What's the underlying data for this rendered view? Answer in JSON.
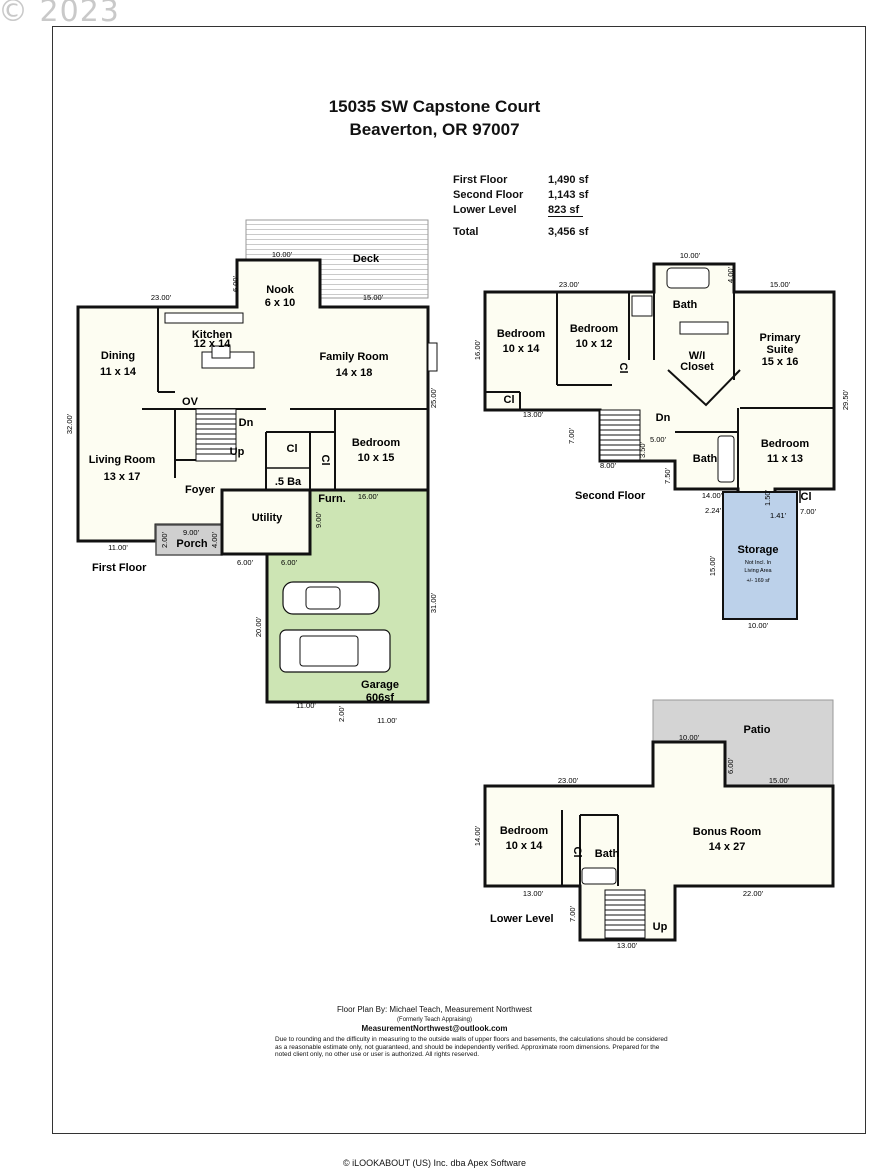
{
  "watermark": "© 2023",
  "header": {
    "address_line1": "15035 SW Capstone Court",
    "address_line2": "Beaverton, OR 97007"
  },
  "area_summary": {
    "rows": [
      {
        "label": "First Floor",
        "value": "1,490 sf"
      },
      {
        "label": "Second Floor",
        "value": "1,143 sf"
      },
      {
        "label": "Lower Level",
        "value": "823 sf"
      }
    ],
    "total_label": "Total",
    "total_value": "3,456 sf"
  },
  "first_floor": {
    "label": "First Floor",
    "rooms": {
      "nook": "Nook",
      "nook_size": "6 x 10",
      "deck": "Deck",
      "kitchen": "Kitchen",
      "kitchen_size": "12 x 14",
      "dining": "Dining",
      "dining_size": "11 x 14",
      "family": "Family Room",
      "family_size": "14 x 18",
      "ov": "OV",
      "dn": "Dn",
      "up": "Up",
      "living": "Living Room",
      "living_size": "13 x 17",
      "cl1": "Cl",
      "cl2": "Cl",
      "bedroom": "Bedroom",
      "bedroom_size": "10 x 15",
      "half_bath": ".5 Ba",
      "foyer": "Foyer",
      "furn": "Furn.",
      "utility": "Utility",
      "porch": "Porch",
      "garage": "Garage",
      "garage_size": "606sf"
    },
    "dims": {
      "d1": "10.00'",
      "d2": "6.00'",
      "d3": "23.00'",
      "d4": "15.00'",
      "d5": "32.00'",
      "d6": "25.00'",
      "d7": "16.00'",
      "d8": "9.00'",
      "d9": "9.00'",
      "d10": "2.00'",
      "d11": "4.00'",
      "d12": "11.00'",
      "d13": "6.00'",
      "d14": "6.00'",
      "d15": "20.00'",
      "d16": "31.00'",
      "d17": "11.00'",
      "d18": "2.00'",
      "d19": "11.00'"
    }
  },
  "second_floor": {
    "label": "Second Floor",
    "rooms": {
      "bed1": "Bedroom",
      "bed1_size": "10 x 14",
      "bed2": "Bedroom",
      "bed2_size": "10 x 12",
      "bath1": "Bath",
      "primary": "Primary",
      "primary2": "Suite",
      "primary_size": "15 x 16",
      "wi": "W/I",
      "closet": "Closet",
      "cl1": "Cl",
      "cl2": "Cl",
      "cl3": "Cl",
      "dn": "Dn",
      "bath2": "Bath",
      "bed3": "Bedroom",
      "bed3_size": "11 x 13",
      "storage": "Storage",
      "storage_note1": "Not Incl. In",
      "storage_note2": "Living Area",
      "storage_note3": "+/- 169 sf"
    },
    "dims": {
      "d1": "10.00'",
      "d2": "4.00'",
      "d3": "23.00'",
      "d4": "15.00'",
      "d5": "16.00'",
      "d6": "29.50'",
      "d7": "13.00'",
      "d8": "7.00'",
      "d9": "8.00'",
      "d10": "3.50'",
      "d11": "5.00'",
      "d12": "7.50'",
      "d13": "14.00'",
      "d14": "1.50'",
      "d15": "7.00'",
      "d16": "2.24'",
      "d17": "1.41'",
      "d18": "15.00'",
      "d19": "10.00'"
    }
  },
  "lower_level": {
    "label": "Lower Level",
    "rooms": {
      "patio": "Patio",
      "bedroom": "Bedroom",
      "bedroom_size": "10 x 14",
      "cl": "Cl",
      "bath": "Bath",
      "bonus": "Bonus Room",
      "bonus_size": "14 x 27",
      "up": "Up"
    },
    "dims": {
      "d1": "10.00'",
      "d2": "6.00'",
      "d3": "23.00'",
      "d4": "15.00'",
      "d5": "14.00'",
      "d6": "13.00'",
      "d7": "22.00'",
      "d8": "7.00'",
      "d9": "13.00'"
    }
  },
  "credit": {
    "line1": "Floor Plan By: Michael Teach, Measurement Northwest",
    "line2": "(Formerly Teach Appraising)",
    "line3": "MeasurementNorthwest@outlook.com",
    "disclaimer": "Due to rounding and the difficulty in measuring to the outside walls of upper floors and basements, the calculations should be considered as a reasonable estimate only, not guaranteed, and should be independently verified. Approximate room dimensions. Prepared for the noted client only, no other use or user is authorized. All rights reserved."
  },
  "footer": "© iLOOKABOUT (US) Inc. dba Apex Software",
  "colors": {
    "garage_fill": "#cde5b4",
    "storage_fill": "#bcd1ea",
    "patio_fill": "#d4d4d4",
    "porch_fill": "#cfcfcf",
    "room_fill": "#fdfdf2",
    "wall": "#111111"
  }
}
